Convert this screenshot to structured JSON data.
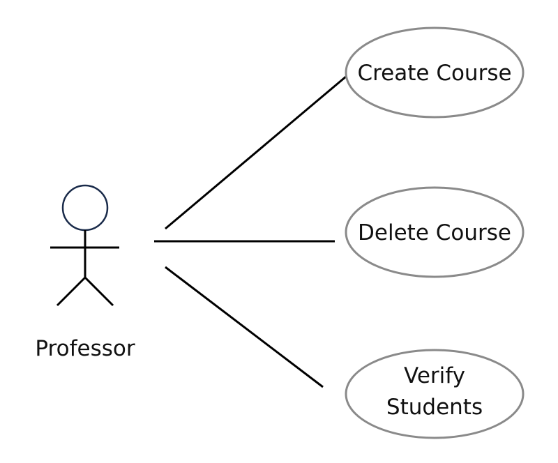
{
  "actor": {
    "name": "Professor"
  },
  "use_cases": [
    {
      "id": "create-course",
      "lines": [
        "Create Course"
      ]
    },
    {
      "id": "delete-course",
      "lines": [
        "Delete Course"
      ]
    },
    {
      "id": "verify-students",
      "lines": [
        "Verify",
        "Students"
      ]
    }
  ],
  "colors": {
    "actor_head_stroke": "#1a2b4a",
    "usecase_stroke": "#8a8a8a",
    "line": "#000000"
  }
}
